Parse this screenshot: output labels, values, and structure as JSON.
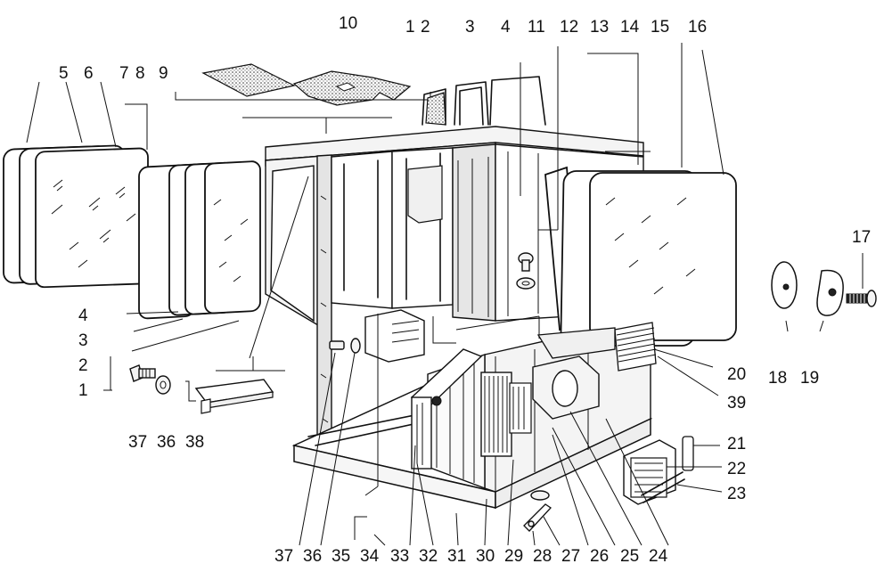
{
  "diagram": {
    "labels": [
      {
        "id": "1",
        "text": "1"
      },
      {
        "id": "2",
        "text": "2"
      },
      {
        "id": "3",
        "text": "3"
      },
      {
        "id": "4",
        "text": "4"
      },
      {
        "id": "5",
        "text": "5"
      },
      {
        "id": "6",
        "text": "6"
      },
      {
        "id": "7",
        "text": "7"
      },
      {
        "id": "8",
        "text": "8"
      },
      {
        "id": "9",
        "text": "9"
      },
      {
        "id": "10",
        "text": "10"
      },
      {
        "id": "11",
        "text": "11"
      },
      {
        "id": "12",
        "text": "12"
      },
      {
        "id": "13",
        "text": "13"
      },
      {
        "id": "14",
        "text": "14"
      },
      {
        "id": "15",
        "text": "15"
      },
      {
        "id": "16",
        "text": "16"
      },
      {
        "id": "17",
        "text": "17"
      },
      {
        "id": "18",
        "text": "18"
      },
      {
        "id": "19",
        "text": "19"
      },
      {
        "id": "20",
        "text": "20"
      },
      {
        "id": "21",
        "text": "21"
      },
      {
        "id": "22",
        "text": "22"
      },
      {
        "id": "23",
        "text": "23"
      },
      {
        "id": "24",
        "text": "24"
      },
      {
        "id": "25",
        "text": "25"
      },
      {
        "id": "26",
        "text": "26"
      },
      {
        "id": "27",
        "text": "27"
      },
      {
        "id": "28",
        "text": "28"
      },
      {
        "id": "29",
        "text": "29"
      },
      {
        "id": "30",
        "text": "30"
      },
      {
        "id": "31",
        "text": "31"
      },
      {
        "id": "32",
        "text": "32"
      },
      {
        "id": "33",
        "text": "33"
      },
      {
        "id": "34",
        "text": "34"
      },
      {
        "id": "35",
        "text": "35"
      },
      {
        "id": "36",
        "text": "36"
      },
      {
        "id": "37",
        "text": "37"
      },
      {
        "id": "38",
        "text": "38"
      },
      {
        "id": "39",
        "text": "39"
      }
    ]
  }
}
